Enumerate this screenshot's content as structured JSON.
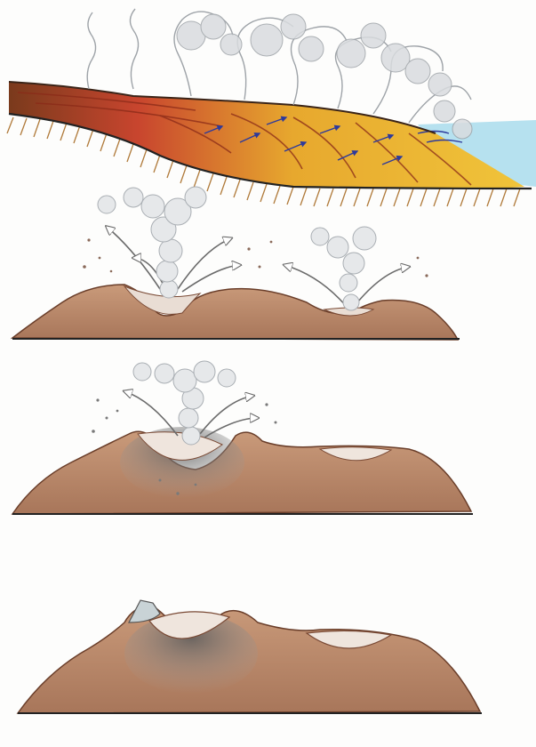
{
  "figure": {
    "panels": [
      {
        "id": "lava-flow",
        "subject": "lava-flow-into-water"
      },
      {
        "id": "twin-crater-eruption",
        "subject": "phreatic-explosion-craters"
      },
      {
        "id": "single-crater-eruption",
        "subject": "explosion-with-tephra"
      },
      {
        "id": "dormant-craters",
        "subject": "final-landform"
      }
    ],
    "colors": {
      "earth": "#b98a6a",
      "earth_dark": "#7a4a35",
      "lava_yellow": "#f0c43a",
      "lava_red": "#c8452e",
      "water": "#a9dcec",
      "smoke": "#b8bcc0",
      "arrow_blue": "#2d3a9c",
      "ground_line": "#2a2a2a",
      "tephra": "#6e6e6e"
    }
  }
}
